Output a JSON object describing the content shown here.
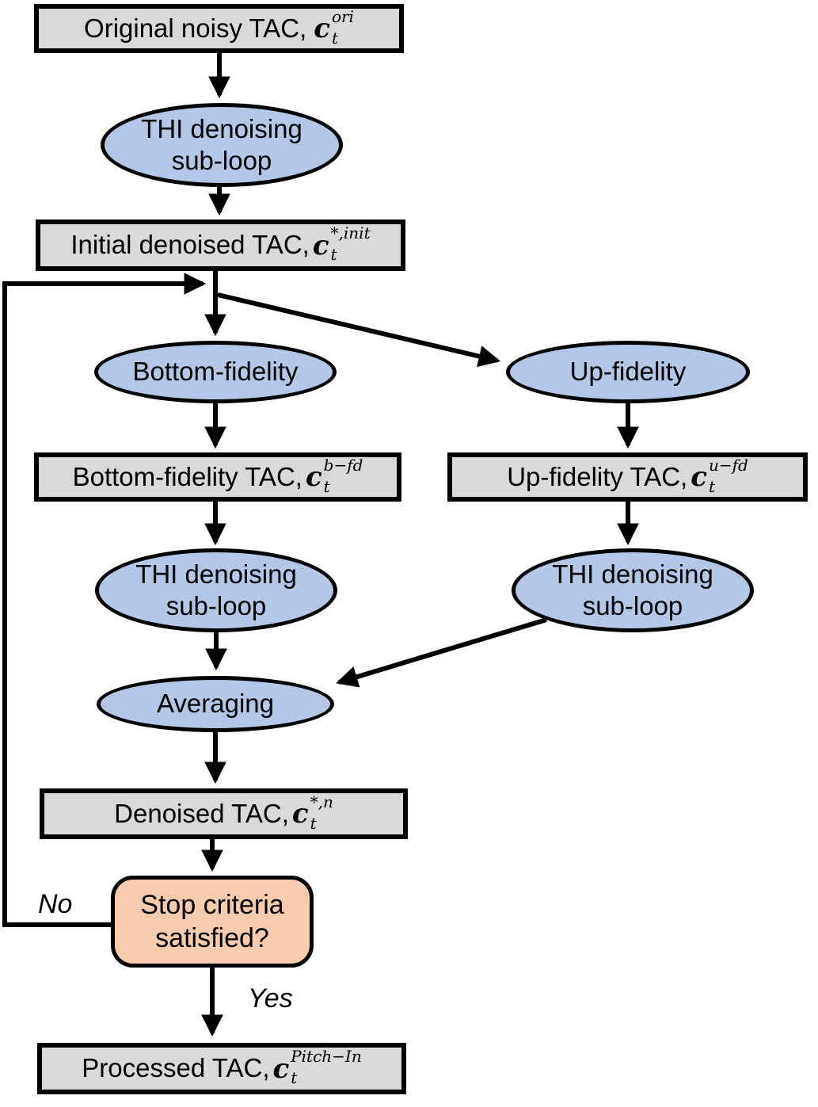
{
  "diagram": {
    "title_hint": "TAC denoising flowchart",
    "colors": {
      "box_fill": "#d9d9d9",
      "ellipse_fill": "#b4c7e7",
      "decision_fill": "#f8cbad",
      "stroke": "#000000"
    },
    "nodes": {
      "original": {
        "label": "Original noisy TAC,",
        "math": {
          "base": "c",
          "sub": "t",
          "sup": "ori"
        }
      },
      "thi1": {
        "line1": "THI denoising",
        "line2": "sub-loop"
      },
      "initial": {
        "label": "Initial denoised TAC,",
        "math": {
          "base": "c",
          "sub": "t",
          "sup": "*,init"
        }
      },
      "bottom_fidelity": {
        "label": "Bottom-fidelity"
      },
      "up_fidelity": {
        "label": "Up-fidelity"
      },
      "bottom_tac": {
        "label": "Bottom-fidelity TAC,",
        "math": {
          "base": "c",
          "sub": "t",
          "sup": "b−fd"
        }
      },
      "up_tac": {
        "label": "Up-fidelity TAC,",
        "math": {
          "base": "c",
          "sub": "t",
          "sup": "u−fd"
        }
      },
      "thi2": {
        "line1": "THI denoising",
        "line2": "sub-loop"
      },
      "thi3": {
        "line1": "THI denoising",
        "line2": "sub-loop"
      },
      "averaging": {
        "label": "Averaging"
      },
      "denoised": {
        "label": "Denoised TAC,",
        "math": {
          "base": "c",
          "sub": "t",
          "sup": "*,n"
        }
      },
      "stop": {
        "line1": "Stop criteria",
        "line2": "satisfied?"
      },
      "processed": {
        "label": "Processed TAC,",
        "math": {
          "base": "c",
          "sub": "t",
          "sup": "Pitch−In"
        }
      }
    },
    "edge_labels": {
      "no": "No",
      "yes": "Yes"
    }
  }
}
